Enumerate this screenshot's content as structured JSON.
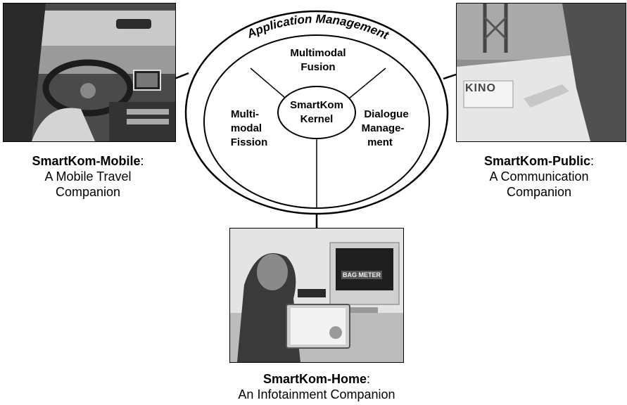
{
  "diagram": {
    "outer_label": "Application Management",
    "kernel": [
      "SmartKom",
      "Kernel"
    ],
    "top_segment": [
      "Multimodal",
      "Fusion"
    ],
    "left_segment": [
      "Multi-",
      "modal",
      "Fission"
    ],
    "right_segment": [
      "Dialogue",
      "Manage-",
      "ment"
    ]
  },
  "scenarios": {
    "mobile": {
      "name": "SmartKom-Mobile",
      "desc_lines": [
        "A Mobile Travel",
        "Companion"
      ]
    },
    "public": {
      "name": "SmartKom-Public",
      "desc_lines": [
        "A Communication",
        "Companion"
      ]
    },
    "home": {
      "name": "SmartKom-Home",
      "desc_lines": [
        "An Infotainment Companion"
      ]
    }
  },
  "photo_texts": {
    "public_screen": "KINO",
    "home_tv": "BAG METER"
  },
  "colors": {
    "line": "#000000",
    "photo_dark": "#3a3a3a",
    "photo_light": "#d9d9d9"
  }
}
